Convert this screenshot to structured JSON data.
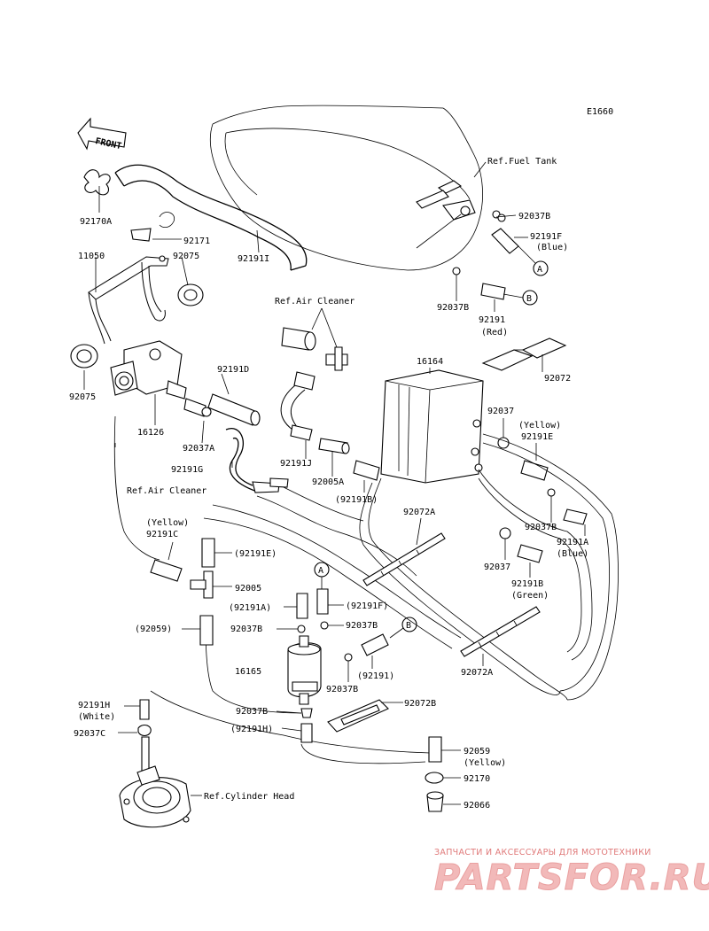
{
  "diagram": {
    "code": "E1660",
    "front_label": "FRONT",
    "refs": {
      "fuel_tank": "Ref.Fuel Tank",
      "air_cleaner_top": "Ref.Air Cleaner",
      "air_cleaner_left": "Ref.Air Cleaner",
      "cylinder_head": "Ref.Cylinder Head"
    },
    "callouts": {
      "A": "A",
      "B": "B"
    },
    "parts": [
      {
        "id": "p92170A",
        "label": "92170A"
      },
      {
        "id": "p92171",
        "label": "92171"
      },
      {
        "id": "p92191I",
        "label": "92191I"
      },
      {
        "id": "p11050",
        "label": "11050"
      },
      {
        "id": "p92075a",
        "label": "92075"
      },
      {
        "id": "p92075b",
        "label": "92075"
      },
      {
        "id": "p16126",
        "label": "16126"
      },
      {
        "id": "p92191D",
        "label": "92191D"
      },
      {
        "id": "p92037A",
        "label": "92037A"
      },
      {
        "id": "p92191G",
        "label": "92191G"
      },
      {
        "id": "p92191J",
        "label": "92191J"
      },
      {
        "id": "p92005A",
        "label": "92005A"
      },
      {
        "id": "p92191Bp",
        "label": "(92191B)"
      },
      {
        "id": "p92037B_top",
        "label": "92037B"
      },
      {
        "id": "p92191F",
        "label": "92191F"
      },
      {
        "id": "p92191F_c",
        "label": "(Blue)"
      },
      {
        "id": "p92037B_2",
        "label": "92037B"
      },
      {
        "id": "p92191",
        "label": "92191"
      },
      {
        "id": "p92191_c",
        "label": "(Red)"
      },
      {
        "id": "p16164",
        "label": "16164"
      },
      {
        "id": "p92072",
        "label": "92072"
      },
      {
        "id": "p92037_a",
        "label": "92037"
      },
      {
        "id": "p92191E_c",
        "label": "(Yellow)"
      },
      {
        "id": "p92191E",
        "label": "92191E"
      },
      {
        "id": "p92037B_3",
        "label": "92037B"
      },
      {
        "id": "p92191A",
        "label": "92191A"
      },
      {
        "id": "p92191A_c",
        "label": "(Blue)"
      },
      {
        "id": "p92037_b",
        "label": "92037"
      },
      {
        "id": "p92191B",
        "label": "92191B"
      },
      {
        "id": "p92191B_c",
        "label": "(Green)"
      },
      {
        "id": "p92072A_a",
        "label": "92072A"
      },
      {
        "id": "p92072A_b",
        "label": "92072A"
      },
      {
        "id": "p92191C_c",
        "label": "(Yellow)"
      },
      {
        "id": "p92191C",
        "label": "92191C"
      },
      {
        "id": "p92191Ep",
        "label": "(92191E)"
      },
      {
        "id": "p92005",
        "label": "92005"
      },
      {
        "id": "p92191Ap",
        "label": "(92191A)"
      },
      {
        "id": "p92191Fp",
        "label": "(92191F)"
      },
      {
        "id": "p92059p",
        "label": "(92059)"
      },
      {
        "id": "p92037B_4",
        "label": "92037B"
      },
      {
        "id": "p92037B_5",
        "label": "92037B"
      },
      {
        "id": "p16165",
        "label": "16165"
      },
      {
        "id": "p92037B_6",
        "label": "92037B"
      },
      {
        "id": "p92191p",
        "label": "(92191)"
      },
      {
        "id": "p92191H",
        "label": "92191H"
      },
      {
        "id": "p92191H_c",
        "label": "(White)"
      },
      {
        "id": "p92037B_7",
        "label": "92037B"
      },
      {
        "id": "p92072B",
        "label": "92072B"
      },
      {
        "id": "p92191Hp",
        "label": "(92191H)"
      },
      {
        "id": "p92037C",
        "label": "92037C"
      },
      {
        "id": "p92059",
        "label": "92059"
      },
      {
        "id": "p92059_c",
        "label": "(Yellow)"
      },
      {
        "id": "p92170",
        "label": "92170"
      },
      {
        "id": "p92066",
        "label": "92066"
      }
    ]
  },
  "watermark": {
    "tagline": "ЗАПЧАСТИ И АКСЕССУАРЫ ДЛЯ МОТОТЕХНИКИ",
    "brand": "PARTSFOR.RU"
  }
}
